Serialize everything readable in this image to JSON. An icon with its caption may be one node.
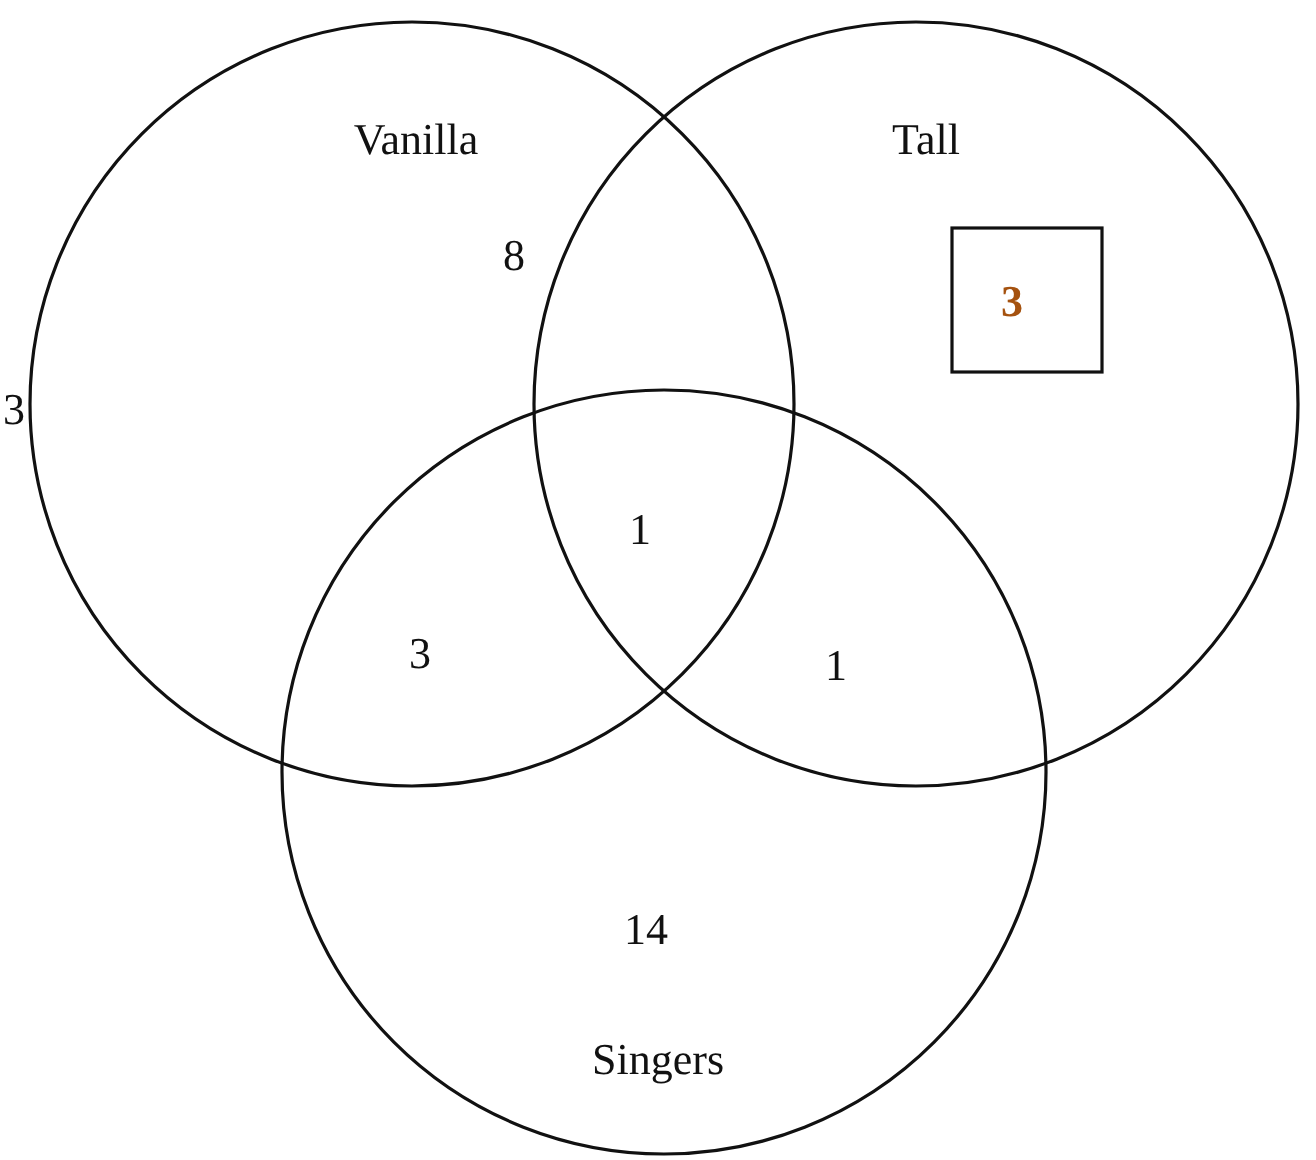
{
  "diagram": {
    "nodes": [
      {
        "text": [
          "Vanilla"
        ]
      },
      {
        "text": [
          "Tall"
        ]
      },
      {
        "text": [
          "Singers"
        ]
      },
      {
        "text": [
          "3"
        ],
        "in": 1
      }
    ],
    "labels": [
      "3",
      "8",
      "1",
      "3",
      "1",
      "14"
    ]
  }
}
